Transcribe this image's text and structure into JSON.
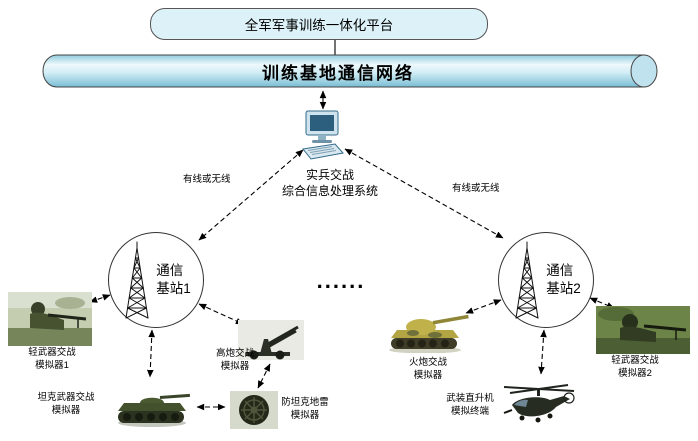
{
  "platform": {
    "label": "全军军事训练一体化平台"
  },
  "backbone": {
    "label": "训练基地通信网络"
  },
  "processor": {
    "line1": "实兵交战",
    "line2": "综合信息处理系统"
  },
  "links": {
    "left_label": "有线或无线",
    "right_label": "有线或无线"
  },
  "stations": [
    {
      "line1": "通信",
      "line2": "基站1"
    },
    {
      "line1": "通信",
      "line2": "基站2"
    }
  ],
  "ellipsis": "......",
  "devices": [
    {
      "line1": "轻武器交战",
      "line2": "模拟器1"
    },
    {
      "line1": "坦克武器交战",
      "line2": "模拟器"
    },
    {
      "line1": "高炮交战",
      "line2": "模拟器"
    },
    {
      "line1": "防坦克地雷",
      "line2": "模拟器"
    },
    {
      "line1": "火炮交战",
      "line2": "模拟器"
    },
    {
      "line1": "武装直升机",
      "line2": "模拟终端"
    },
    {
      "line1": "轻武器交战",
      "line2": "模拟器2"
    }
  ],
  "colors": {
    "platform_fill": "#dcf2f8",
    "cylinder_fill": "#bfe3f0",
    "line": "#000000"
  }
}
